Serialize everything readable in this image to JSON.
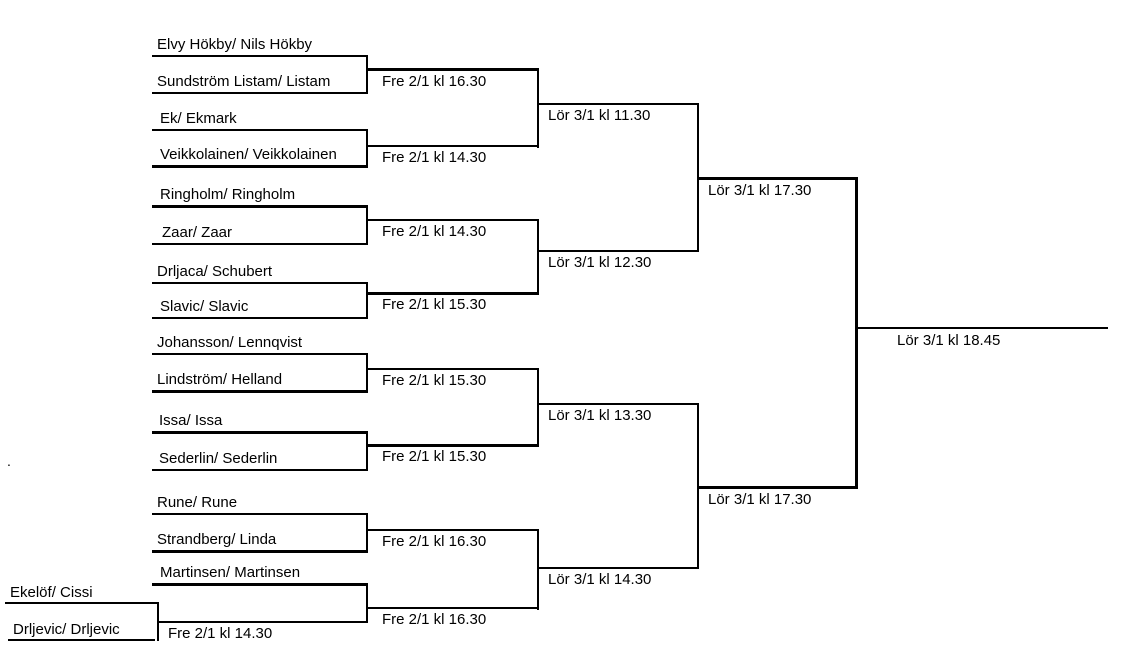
{
  "page": {
    "background": "#ffffff",
    "line_color": "#000000",
    "text_color": "#000000"
  },
  "bracket": {
    "preliminary": {
      "team_a": "Ekelöf/ Cissi",
      "team_b": "Drljevic/ Drljevic",
      "time": "Fre 2/1 kl 14.30"
    },
    "round1": [
      {
        "team_a": "Elvy Hökby/ Nils Hökby",
        "team_b": "Sundström Listam/ Listam",
        "time": "Fre 2/1 kl 16.30"
      },
      {
        "team_a": "Ek/ Ekmark",
        "team_b": "Veikkolainen/ Veikkolainen",
        "time": "Fre 2/1 kl 14.30"
      },
      {
        "team_a": "Ringholm/ Ringholm",
        "team_b": "Zaar/ Zaar",
        "time": "Fre 2/1 kl 14.30"
      },
      {
        "team_a": "Drljaca/ Schubert",
        "team_b": "Slavic/ Slavic",
        "time": "Fre 2/1 kl 15.30"
      },
      {
        "team_a": "Johansson/ Lennqvist",
        "team_b": "Lindström/ Helland",
        "time": "Fre 2/1 kl 15.30"
      },
      {
        "team_a": "Issa/ Issa",
        "team_b": "Sederlin/ Sederlin",
        "time": "Fre 2/1 kl 15.30"
      },
      {
        "team_a": "Rune/ Rune",
        "team_b": "Strandberg/ Linda",
        "time": "Fre 2/1 kl 16.30"
      },
      {
        "team_a": "Martinsen/ Martinsen",
        "time": "Fre 2/1 kl 16.30"
      }
    ],
    "quarterfinals": [
      {
        "time": "Lör 3/1 kl 11.30"
      },
      {
        "time": "Lör 3/1 kl 12.30"
      },
      {
        "time": "Lör 3/1 kl 13.30"
      },
      {
        "time": "Lör 3/1 kl 14.30"
      }
    ],
    "semifinals": [
      {
        "time": "Lör 3/1 kl 17.30"
      },
      {
        "time": "Lör 3/1 kl 17.30"
      }
    ],
    "final": {
      "time": "Lör 3/1 kl 18.45"
    }
  },
  "stray_mark": "."
}
